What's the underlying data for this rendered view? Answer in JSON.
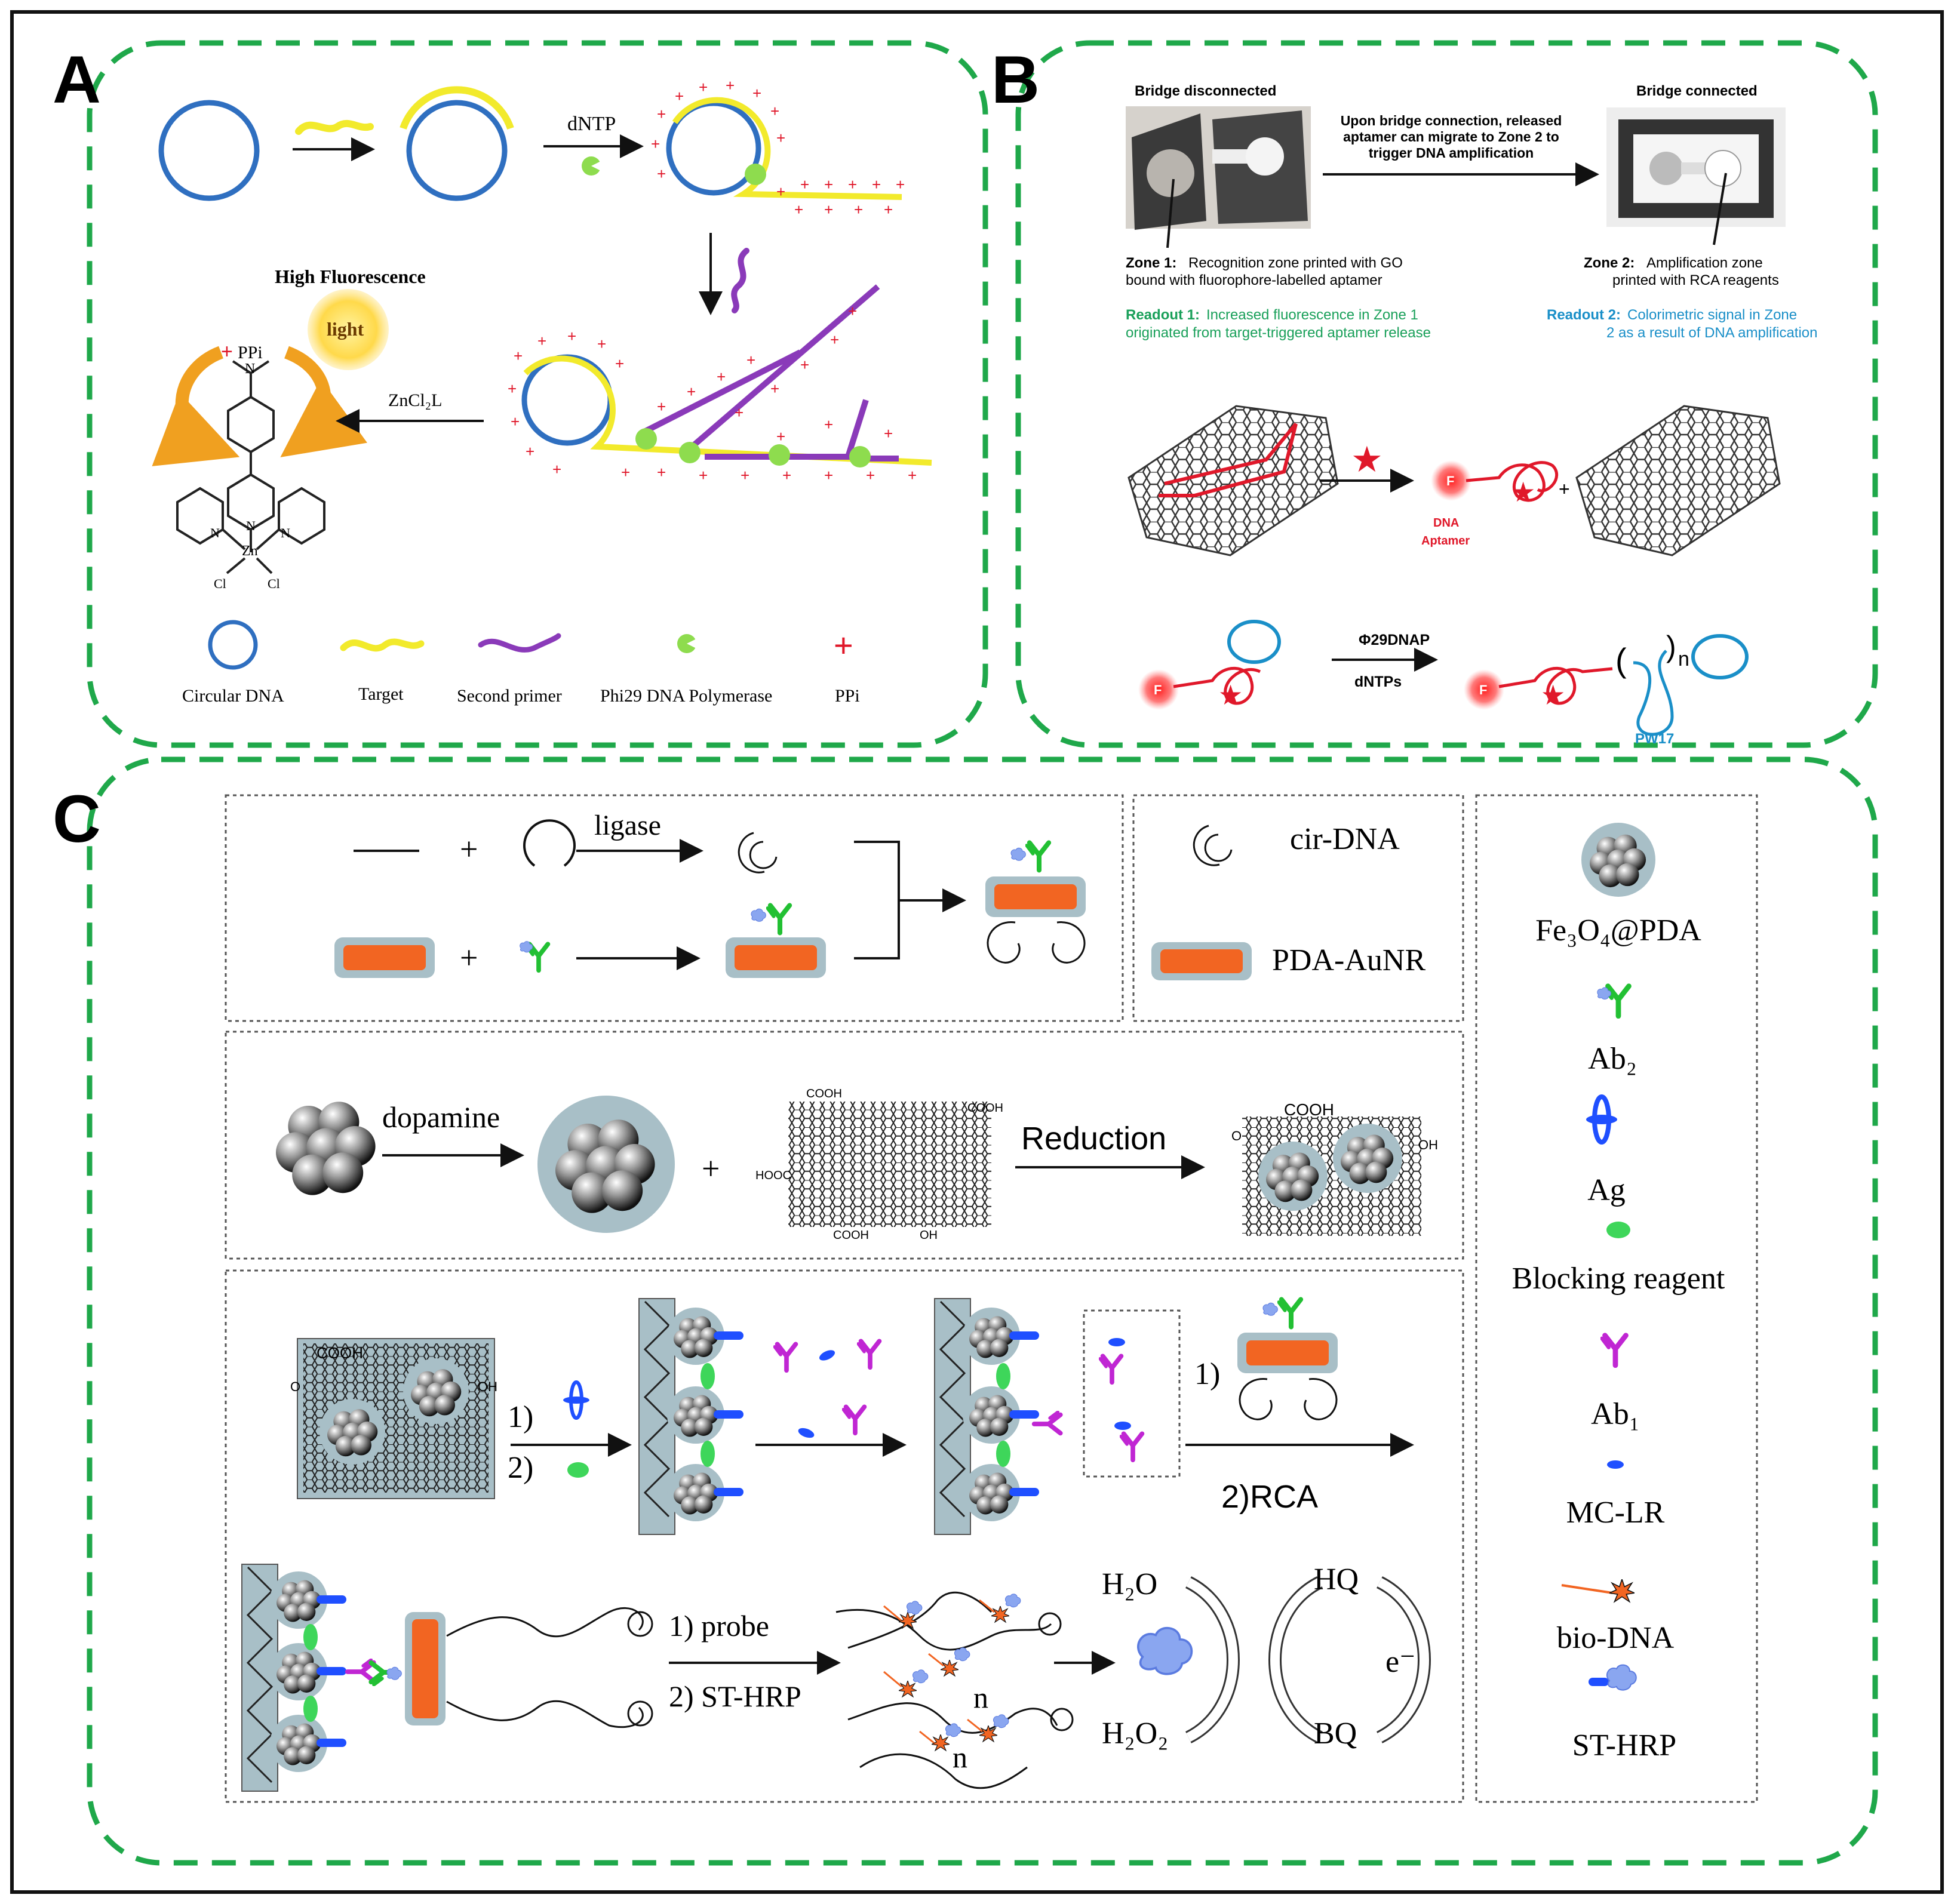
{
  "panels": {
    "a": {
      "letter": "A"
    },
    "b": {
      "letter": "B"
    },
    "c": {
      "letter": "C"
    }
  },
  "panel_a": {
    "dntp": "dNTP",
    "high_fluorescence": "High Fluorescence",
    "light": "light",
    "ppi": "PPi",
    "zncl2l": "ZnCl₂L",
    "atoms": {
      "zn": "Zn",
      "cl1": "Cl",
      "cl2": "Cl",
      "n_top": "N",
      "n1": "N",
      "n2": "N",
      "n3": "N"
    },
    "legend": [
      {
        "label": "Circular DNA"
      },
      {
        "label": "Target"
      },
      {
        "label": "Second primer"
      },
      {
        "label": "Phi29 DNA Polymerase"
      },
      {
        "label": "PPi"
      }
    ]
  },
  "panel_b": {
    "bridge_disconnected": "Bridge disconnected",
    "bridge_connected": "Bridge connected",
    "arrow_text": [
      "Upon bridge connection, released",
      "aptamer can migrate to Zone 2 to",
      "trigger DNA amplification"
    ],
    "zone1_title": "Zone 1:",
    "zone1_line1": "Recognition zone printed with GO",
    "zone1_line2": "bound with fluorophore-labelled aptamer",
    "zone2_title": "Zone 2:",
    "zone2_line1": "Amplification zone",
    "zone2_line2": "printed with RCA reagents",
    "readout1_title": "Readout 1:",
    "readout1_line1": "Increased fluorescence in Zone 1",
    "readout1_line2": "originated from target-triggered aptamer release",
    "readout2_title": "Readout 2:",
    "readout2_line1": "Colorimetric signal in Zone",
    "readout2_line2": "2 as a result of DNA amplification",
    "f_label": "F",
    "dna_aptamer": [
      "DNA",
      "Aptamer"
    ],
    "plus": "+",
    "phi29": "Φ29DNAP",
    "dntps": "dNTPs",
    "n": "n",
    "pw17": "PW17",
    "colors": {
      "green": "#1aa05a",
      "blue": "#1a8fc8",
      "red": "#e0182a"
    }
  },
  "panel_c": {
    "ligase": "ligase",
    "plus": "+",
    "cir_dna": "cir-DNA",
    "pda_aunr": "PDA-AuNR",
    "dopamine": "dopamine",
    "reduction": "Reduction",
    "cooh": "COOH",
    "oh": "OH",
    "hooc": "HOOC",
    "o": "O",
    "step1": "1)",
    "step2": "2)",
    "rca": "2)RCA",
    "probe": "1) probe",
    "st_hrp_step": "2) ST-HRP",
    "n": "n",
    "h2o": "H₂O",
    "h2o2": "H₂O₂",
    "hq": "HQ",
    "bq": "BQ",
    "e": "e⁻",
    "legend": [
      {
        "label": "Fe₃O₄@PDA"
      },
      {
        "label": "Ab₂"
      },
      {
        "label": "Ag"
      },
      {
        "label": "Blocking reagent"
      },
      {
        "label": "Ab₁"
      },
      {
        "label": "MC-LR"
      },
      {
        "label": "bio-DNA"
      },
      {
        "label": "ST-HRP"
      }
    ],
    "colors": {
      "orange": "#f26522",
      "shell": "#a8bfc7",
      "ab2": "#22c033",
      "ab1": "#c026d3",
      "blue": "#1f4fff",
      "dashed_green": "#1fa84a"
    }
  }
}
